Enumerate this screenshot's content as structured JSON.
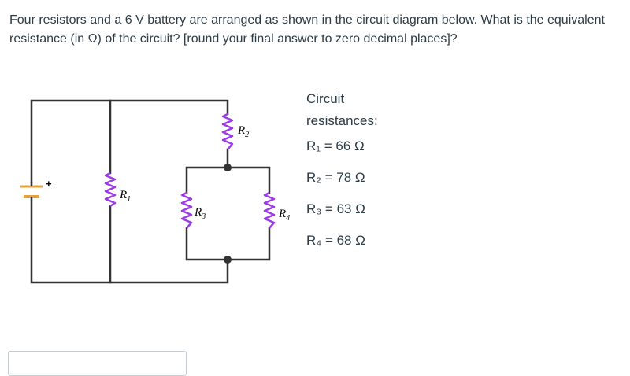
{
  "question": {
    "line1": "Four resistors and a 6 V battery are arranged as shown in the circuit diagram below.  What is the equivalent",
    "line2": "resistance (in Ω) of the circuit?  [round your final answer to zero decimal places]?"
  },
  "diagram": {
    "battery_plus": "+",
    "resistor_labels": [
      {
        "letter": "R",
        "sub": "1"
      },
      {
        "letter": "R",
        "sub": "2"
      },
      {
        "letter": "R",
        "sub": "3"
      },
      {
        "letter": "R",
        "sub": "4"
      }
    ],
    "colors": {
      "wire": "#333333",
      "resistor": "#9b3de6",
      "battery": "#e8a236",
      "node": "#333333"
    }
  },
  "resistances": {
    "title_line1": "Circuit",
    "title_line2": "resistances:",
    "items": [
      "R₁ = 66 Ω",
      "R₂ = 78 Ω",
      "R₃ = 63 Ω",
      "R₄ = 68 Ω"
    ]
  },
  "answer": {
    "value": ""
  }
}
